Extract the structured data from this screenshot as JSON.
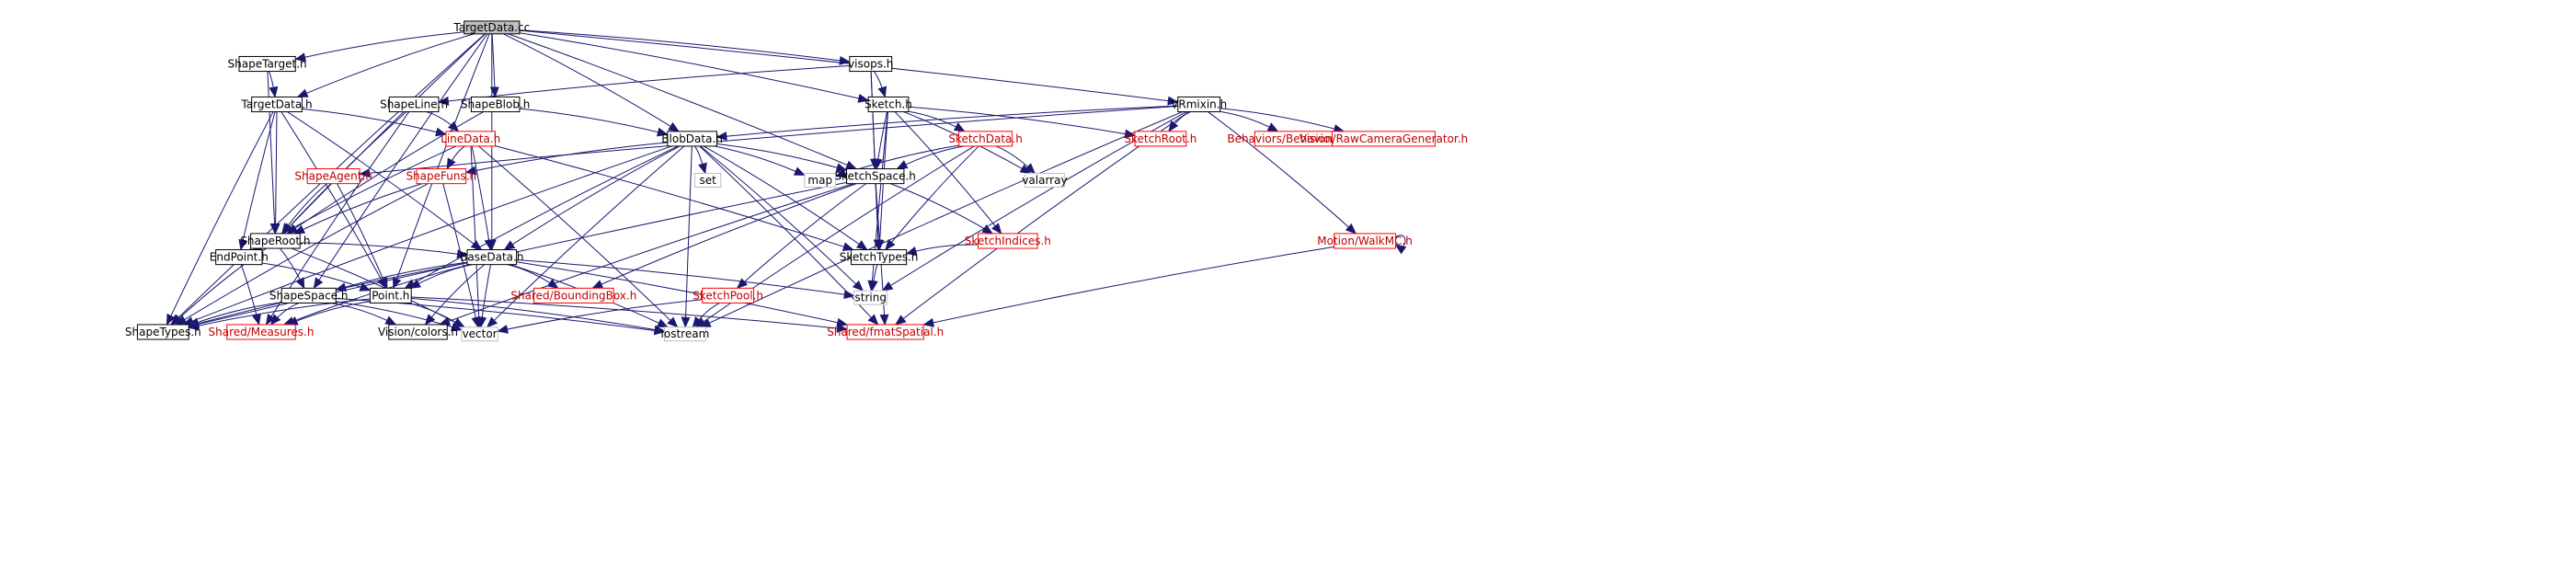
{
  "title": "TargetData.cc",
  "colors": {
    "edge": "#191970",
    "node_border_default": "#000000",
    "node_border_incomplete": "#ff0000",
    "node_border_system": "#bfbfbf",
    "root_fill": "#bfbfbf",
    "label_default": "#000000",
    "label_incomplete": "#cc0000"
  },
  "nodes": [
    {
      "id": "TargetData_cc",
      "label": "TargetData.cc",
      "kind": "root"
    },
    {
      "id": "ShapeTarget_h",
      "label": "ShapeTarget.h",
      "kind": "normal"
    },
    {
      "id": "TargetData_h",
      "label": "TargetData.h",
      "kind": "normal"
    },
    {
      "id": "ShapeLine_h",
      "label": "ShapeLine.h",
      "kind": "normal"
    },
    {
      "id": "ShapeBlob_h",
      "label": "ShapeBlob.h",
      "kind": "normal"
    },
    {
      "id": "visops_h",
      "label": "visops.h",
      "kind": "normal"
    },
    {
      "id": "Sketch_h",
      "label": "Sketch.h",
      "kind": "normal"
    },
    {
      "id": "VRmixin_h",
      "label": "VRmixin.h",
      "kind": "normal"
    },
    {
      "id": "LineData_h",
      "label": "LineData.h",
      "kind": "incomplete"
    },
    {
      "id": "BlobData_h",
      "label": "BlobData.h",
      "kind": "normal"
    },
    {
      "id": "SketchData_h",
      "label": "SketchData.h",
      "kind": "incomplete"
    },
    {
      "id": "SketchRoot_h",
      "label": "SketchRoot.h",
      "kind": "incomplete"
    },
    {
      "id": "BehaviorBase_h",
      "label": "Behaviors/BehaviorBase.h",
      "kind": "incomplete"
    },
    {
      "id": "RawCameraGenerator_h",
      "label": "Vision/RawCameraGenerator.h",
      "kind": "incomplete"
    },
    {
      "id": "ShapeAgent_h",
      "label": "ShapeAgent.h",
      "kind": "incomplete"
    },
    {
      "id": "ShapeFuns_h",
      "label": "ShapeFuns.h",
      "kind": "incomplete"
    },
    {
      "id": "set",
      "label": "set",
      "kind": "system"
    },
    {
      "id": "map",
      "label": "map",
      "kind": "system"
    },
    {
      "id": "SketchSpace_h",
      "label": "SketchSpace.h",
      "kind": "normal"
    },
    {
      "id": "valarray",
      "label": "valarray",
      "kind": "system"
    },
    {
      "id": "ShapeRoot_h",
      "label": "ShapeRoot.h",
      "kind": "normal"
    },
    {
      "id": "SketchIndices_h",
      "label": "SketchIndices.h",
      "kind": "incomplete"
    },
    {
      "id": "WalkMC_h",
      "label": "Motion/WalkMC.h",
      "kind": "incomplete"
    },
    {
      "id": "EndPoint_h",
      "label": "EndPoint.h",
      "kind": "normal"
    },
    {
      "id": "BaseData_h",
      "label": "BaseData.h",
      "kind": "normal"
    },
    {
      "id": "SketchTypes_h",
      "label": "SketchTypes.h",
      "kind": "normal"
    },
    {
      "id": "Point_h",
      "label": "Point.h",
      "kind": "normal"
    },
    {
      "id": "BoundingBox_h",
      "label": "Shared/BoundingBox.h",
      "kind": "incomplete"
    },
    {
      "id": "string",
      "label": "string",
      "kind": "system"
    },
    {
      "id": "ShapeSpace_h",
      "label": "ShapeSpace.h",
      "kind": "normal"
    },
    {
      "id": "SketchPool_h",
      "label": "SketchPool.h",
      "kind": "incomplete"
    },
    {
      "id": "ShapeTypes_h",
      "label": "ShapeTypes.h",
      "kind": "normal"
    },
    {
      "id": "Measures_h",
      "label": "Shared/Measures.h",
      "kind": "incomplete"
    },
    {
      "id": "colors_h",
      "label": "Vision/colors.h",
      "kind": "normal"
    },
    {
      "id": "vector",
      "label": "vector",
      "kind": "system"
    },
    {
      "id": "iostream",
      "label": "iostream",
      "kind": "system"
    },
    {
      "id": "fmatSpatial_h",
      "label": "Shared/fmatSpatial.h",
      "kind": "incomplete"
    }
  ],
  "edges": [
    [
      "TargetData_cc",
      "ShapeTarget_h"
    ],
    [
      "TargetData_cc",
      "TargetData_h"
    ],
    [
      "TargetData_cc",
      "ShapeBlob_h"
    ],
    [
      "TargetData_cc",
      "visops_h"
    ],
    [
      "TargetData_cc",
      "Sketch_h"
    ],
    [
      "TargetData_cc",
      "VRmixin_h"
    ],
    [
      "TargetData_cc",
      "BlobData_h"
    ],
    [
      "TargetData_cc",
      "SketchSpace_h"
    ],
    [
      "TargetData_cc",
      "ShapeRoot_h"
    ],
    [
      "TargetData_cc",
      "BaseData_h"
    ],
    [
      "TargetData_cc",
      "Point_h"
    ],
    [
      "TargetData_cc",
      "ShapeSpace_h"
    ],
    [
      "TargetData_cc",
      "ShapeTypes_h"
    ],
    [
      "ShapeTarget_h",
      "TargetData_h"
    ],
    [
      "ShapeTarget_h",
      "ShapeRoot_h"
    ],
    [
      "TargetData_h",
      "LineData_h"
    ],
    [
      "TargetData_h",
      "ShapeRoot_h"
    ],
    [
      "TargetData_h",
      "EndPoint_h"
    ],
    [
      "TargetData_h",
      "BaseData_h"
    ],
    [
      "TargetData_h",
      "Point_h"
    ],
    [
      "TargetData_h",
      "ShapeTypes_h"
    ],
    [
      "visops_h",
      "ShapeLine_h"
    ],
    [
      "visops_h",
      "Sketch_h"
    ],
    [
      "visops_h",
      "SketchSpace_h"
    ],
    [
      "visops_h",
      "SketchTypes_h"
    ],
    [
      "ShapeLine_h",
      "LineData_h"
    ],
    [
      "ShapeLine_h",
      "ShapeRoot_h"
    ],
    [
      "ShapeLine_h",
      "Measures_h"
    ],
    [
      "ShapeBlob_h",
      "BlobData_h"
    ],
    [
      "ShapeBlob_h",
      "ShapeRoot_h"
    ],
    [
      "LineData_h",
      "ShapeFuns_h"
    ],
    [
      "LineData_h",
      "BaseData_h"
    ],
    [
      "LineData_h",
      "EndPoint_h"
    ],
    [
      "LineData_h",
      "SketchTypes_h"
    ],
    [
      "LineData_h",
      "vector"
    ],
    [
      "LineData_h",
      "iostream"
    ],
    [
      "Sketch_h",
      "SketchData_h"
    ],
    [
      "Sketch_h",
      "SketchRoot_h"
    ],
    [
      "Sketch_h",
      "SketchSpace_h"
    ],
    [
      "Sketch_h",
      "valarray"
    ],
    [
      "Sketch_h",
      "SketchIndices_h"
    ],
    [
      "Sketch_h",
      "SketchTypes_h"
    ],
    [
      "Sketch_h",
      "string"
    ],
    [
      "VRmixin_h",
      "BlobData_h"
    ],
    [
      "VRmixin_h",
      "ShapeAgent_h"
    ],
    [
      "VRmixin_h",
      "SketchRoot_h"
    ],
    [
      "VRmixin_h",
      "BehaviorBase_h"
    ],
    [
      "VRmixin_h",
      "RawCameraGenerator_h"
    ],
    [
      "VRmixin_h",
      "WalkMC_h"
    ],
    [
      "VRmixin_h",
      "string"
    ],
    [
      "VRmixin_h",
      "iostream"
    ],
    [
      "VRmixin_h",
      "fmatSpatial_h"
    ],
    [
      "BlobData_h",
      "ShapeFuns_h"
    ],
    [
      "BlobData_h",
      "set"
    ],
    [
      "BlobData_h",
      "map"
    ],
    [
      "BlobData_h",
      "SketchSpace_h"
    ],
    [
      "BlobData_h",
      "BaseData_h"
    ],
    [
      "BlobData_h",
      "SketchTypes_h"
    ],
    [
      "BlobData_h",
      "Point_h"
    ],
    [
      "BlobData_h",
      "string"
    ],
    [
      "BlobData_h",
      "vector"
    ],
    [
      "BlobData_h",
      "iostream"
    ],
    [
      "BlobData_h",
      "fmatSpatial_h"
    ],
    [
      "BlobData_h",
      "ShapeTypes_h"
    ],
    [
      "SketchData_h",
      "map"
    ],
    [
      "SketchData_h",
      "SketchSpace_h"
    ],
    [
      "SketchData_h",
      "valarray"
    ],
    [
      "SketchData_h",
      "SketchTypes_h"
    ],
    [
      "SketchData_h",
      "iostream"
    ],
    [
      "ShapeAgent_h",
      "ShapeRoot_h"
    ],
    [
      "ShapeAgent_h",
      "Point_h"
    ],
    [
      "ShapeFuns_h",
      "ShapeRoot_h"
    ],
    [
      "ShapeFuns_h",
      "ShapeTypes_h"
    ],
    [
      "ShapeFuns_h",
      "vector"
    ],
    [
      "SketchSpace_h",
      "SketchIndices_h"
    ],
    [
      "SketchSpace_h",
      "SketchTypes_h"
    ],
    [
      "SketchSpace_h",
      "SketchPool_h"
    ],
    [
      "SketchSpace_h",
      "BoundingBox_h"
    ],
    [
      "SketchSpace_h",
      "ShapeTypes_h"
    ],
    [
      "SketchSpace_h",
      "colors_h"
    ],
    [
      "SketchSpace_h",
      "fmatSpatial_h"
    ],
    [
      "SketchIndices_h",
      "SketchTypes_h"
    ],
    [
      "WalkMC_h",
      "WalkMC_h"
    ],
    [
      "WalkMC_h",
      "fmatSpatial_h"
    ],
    [
      "ShapeRoot_h",
      "BaseData_h"
    ],
    [
      "ShapeRoot_h",
      "ShapeSpace_h"
    ],
    [
      "ShapeRoot_h",
      "ShapeTypes_h"
    ],
    [
      "ShapeRoot_h",
      "vector"
    ],
    [
      "EndPoint_h",
      "Point_h"
    ],
    [
      "EndPoint_h",
      "Measures_h"
    ],
    [
      "SketchTypes_h",
      "string"
    ],
    [
      "BaseData_h",
      "Point_h"
    ],
    [
      "BaseData_h",
      "BoundingBox_h"
    ],
    [
      "BaseData_h",
      "string"
    ],
    [
      "BaseData_h",
      "ShapeSpace_h"
    ],
    [
      "BaseData_h",
      "ShapeTypes_h"
    ],
    [
      "BaseData_h",
      "Measures_h"
    ],
    [
      "BaseData_h",
      "colors_h"
    ],
    [
      "BaseData_h",
      "vector"
    ],
    [
      "BaseData_h",
      "iostream"
    ],
    [
      "BaseData_h",
      "fmatSpatial_h"
    ],
    [
      "Point_h",
      "ShapeTypes_h"
    ],
    [
      "Point_h",
      "Measures_h"
    ],
    [
      "Point_h",
      "vector"
    ],
    [
      "Point_h",
      "iostream"
    ],
    [
      "Point_h",
      "fmatSpatial_h"
    ],
    [
      "ShapeSpace_h",
      "ShapeTypes_h"
    ],
    [
      "ShapeSpace_h",
      "Measures_h"
    ],
    [
      "ShapeSpace_h",
      "colors_h"
    ],
    [
      "ShapeSpace_h",
      "vector"
    ],
    [
      "ShapeSpace_h",
      "iostream"
    ],
    [
      "SketchPool_h",
      "vector"
    ],
    [
      "SketchPool_h",
      "iostream"
    ]
  ]
}
